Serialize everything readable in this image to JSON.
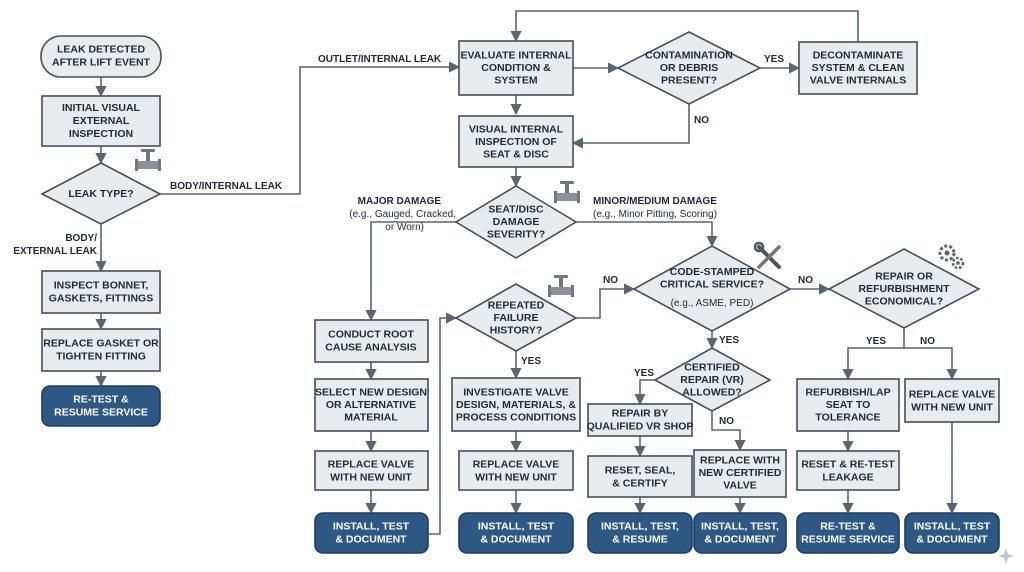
{
  "nodes": {
    "start": [
      "LEAK DETECTED",
      "AFTER LIFT EVENT"
    ],
    "visual_ext": [
      "INITIAL VISUAL",
      "EXTERNAL",
      "INSPECTION"
    ],
    "leak_type": [
      "LEAK TYPE?"
    ],
    "inspect_bonnet": [
      "INSPECT BONNET,",
      "GASKETS, FITTINGS"
    ],
    "replace_gasket": [
      "REPLACE GASKET OR",
      "TIGHTEN FITTING"
    ],
    "retest_resume_1": [
      "RE-TEST &",
      "RESUME SERVICE"
    ],
    "eval_internal": [
      "EVALUATE INTERNAL",
      "CONDITION &",
      "SYSTEM"
    ],
    "contamination": [
      "CONTAMINATION",
      "OR DEBRIS",
      "PRESENT?"
    ],
    "decontaminate": [
      "DECONTAMINATE",
      "SYSTEM & CLEAN",
      "VALVE INTERNALS"
    ],
    "visual_int": [
      "VISUAL INTERNAL",
      "INSPECTION OF",
      "SEAT & DISC"
    ],
    "severity": [
      "SEAT/DISC",
      "DAMAGE",
      "SEVERITY?"
    ],
    "root_cause": [
      "CONDUCT ROOT",
      "CAUSE ANALYSIS"
    ],
    "select_design": [
      "SELECT NEW DESIGN",
      "OR ALTERNATIVE",
      "MATERIAL"
    ],
    "replace_valve_a": [
      "REPLACE VALVE",
      "WITH NEW UNIT"
    ],
    "install_a": [
      "INSTALL, TEST",
      "& DOCUMENT"
    ],
    "repeated": [
      "REPEATED",
      "FAILURE",
      "HISTORY?"
    ],
    "investigate": [
      "INVESTIGATE VALVE",
      "DESIGN, MATERIALS, &",
      "PROCESS CONDITIONS"
    ],
    "replace_valve_b": [
      "REPLACE VALVE",
      "WITH NEW UNIT"
    ],
    "install_b": [
      "INSTALL, TEST",
      "& DOCUMENT"
    ],
    "code_stamped": [
      "CODE-STAMPED",
      "CRITICAL SERVICE?"
    ],
    "code_stamped_sub": "(e.g., ASME, PED)",
    "certified": [
      "CERTIFIED",
      "REPAIR (VR)",
      "ALLOWED?"
    ],
    "repair_vr": [
      "REPAIR BY",
      "QUALIFIED VR SHOP"
    ],
    "reset_seal": [
      "RESET, SEAL,",
      "& CERTIFY"
    ],
    "install_resume": [
      "INSTALL, TEST,",
      "& RESUME"
    ],
    "replace_certified": [
      "REPLACE WITH",
      "NEW CERTIFIED",
      "VALVE"
    ],
    "install_c": [
      "INSTALL, TEST,",
      "& DOCUMENT"
    ],
    "economical": [
      "REPAIR OR",
      "REFURBISHMENT",
      "ECONOMICAL?"
    ],
    "refurbish": [
      "REFURBISH/LAP",
      "SEAT TO",
      "TOLERANCE"
    ],
    "reset_retest": [
      "RESET & RE-TEST",
      "LEAKAGE"
    ],
    "retest_resume_2": [
      "RE-TEST &",
      "RESUME SERVICE"
    ],
    "replace_valve_c": [
      "REPLACE VALVE",
      "WITH NEW UNIT"
    ],
    "install_d": [
      "INSTALL, TEST",
      "& DOCUMENT"
    ]
  },
  "labels": {
    "outlet_internal": "OUTLET/INTERNAL LEAK",
    "body_internal": "BODY/INTERNAL LEAK",
    "body_external": [
      "BODY/",
      "EXTERNAL LEAK"
    ],
    "yes_contam": "YES",
    "no_contam": "NO",
    "major_damage": "MAJOR DAMAGE",
    "major_damage_sub": [
      "(e.g., Gauged, Cracked,",
      "or Worn)"
    ],
    "minor_damage": "MINOR/MEDIUM DAMAGE",
    "minor_damage_sub": "(e.g., Minor Pitting, Scoring)",
    "no_repeated": "NO",
    "yes_repeated": "YES",
    "no_code": "NO",
    "yes_code": "YES",
    "yes_cert": "YES",
    "no_cert": "NO",
    "yes_econ": "YES",
    "no_econ": "NO"
  },
  "icons": [
    "valve-icon",
    "valve-icon",
    "valve-icon",
    "wrench-screwdriver-icon",
    "gears-icon",
    "sparkle-icon"
  ],
  "colors": {
    "terminal_fill": "#2e5884",
    "box_fill": "#e9ecee",
    "stroke": "#44505c",
    "text": "#1e2a36"
  }
}
